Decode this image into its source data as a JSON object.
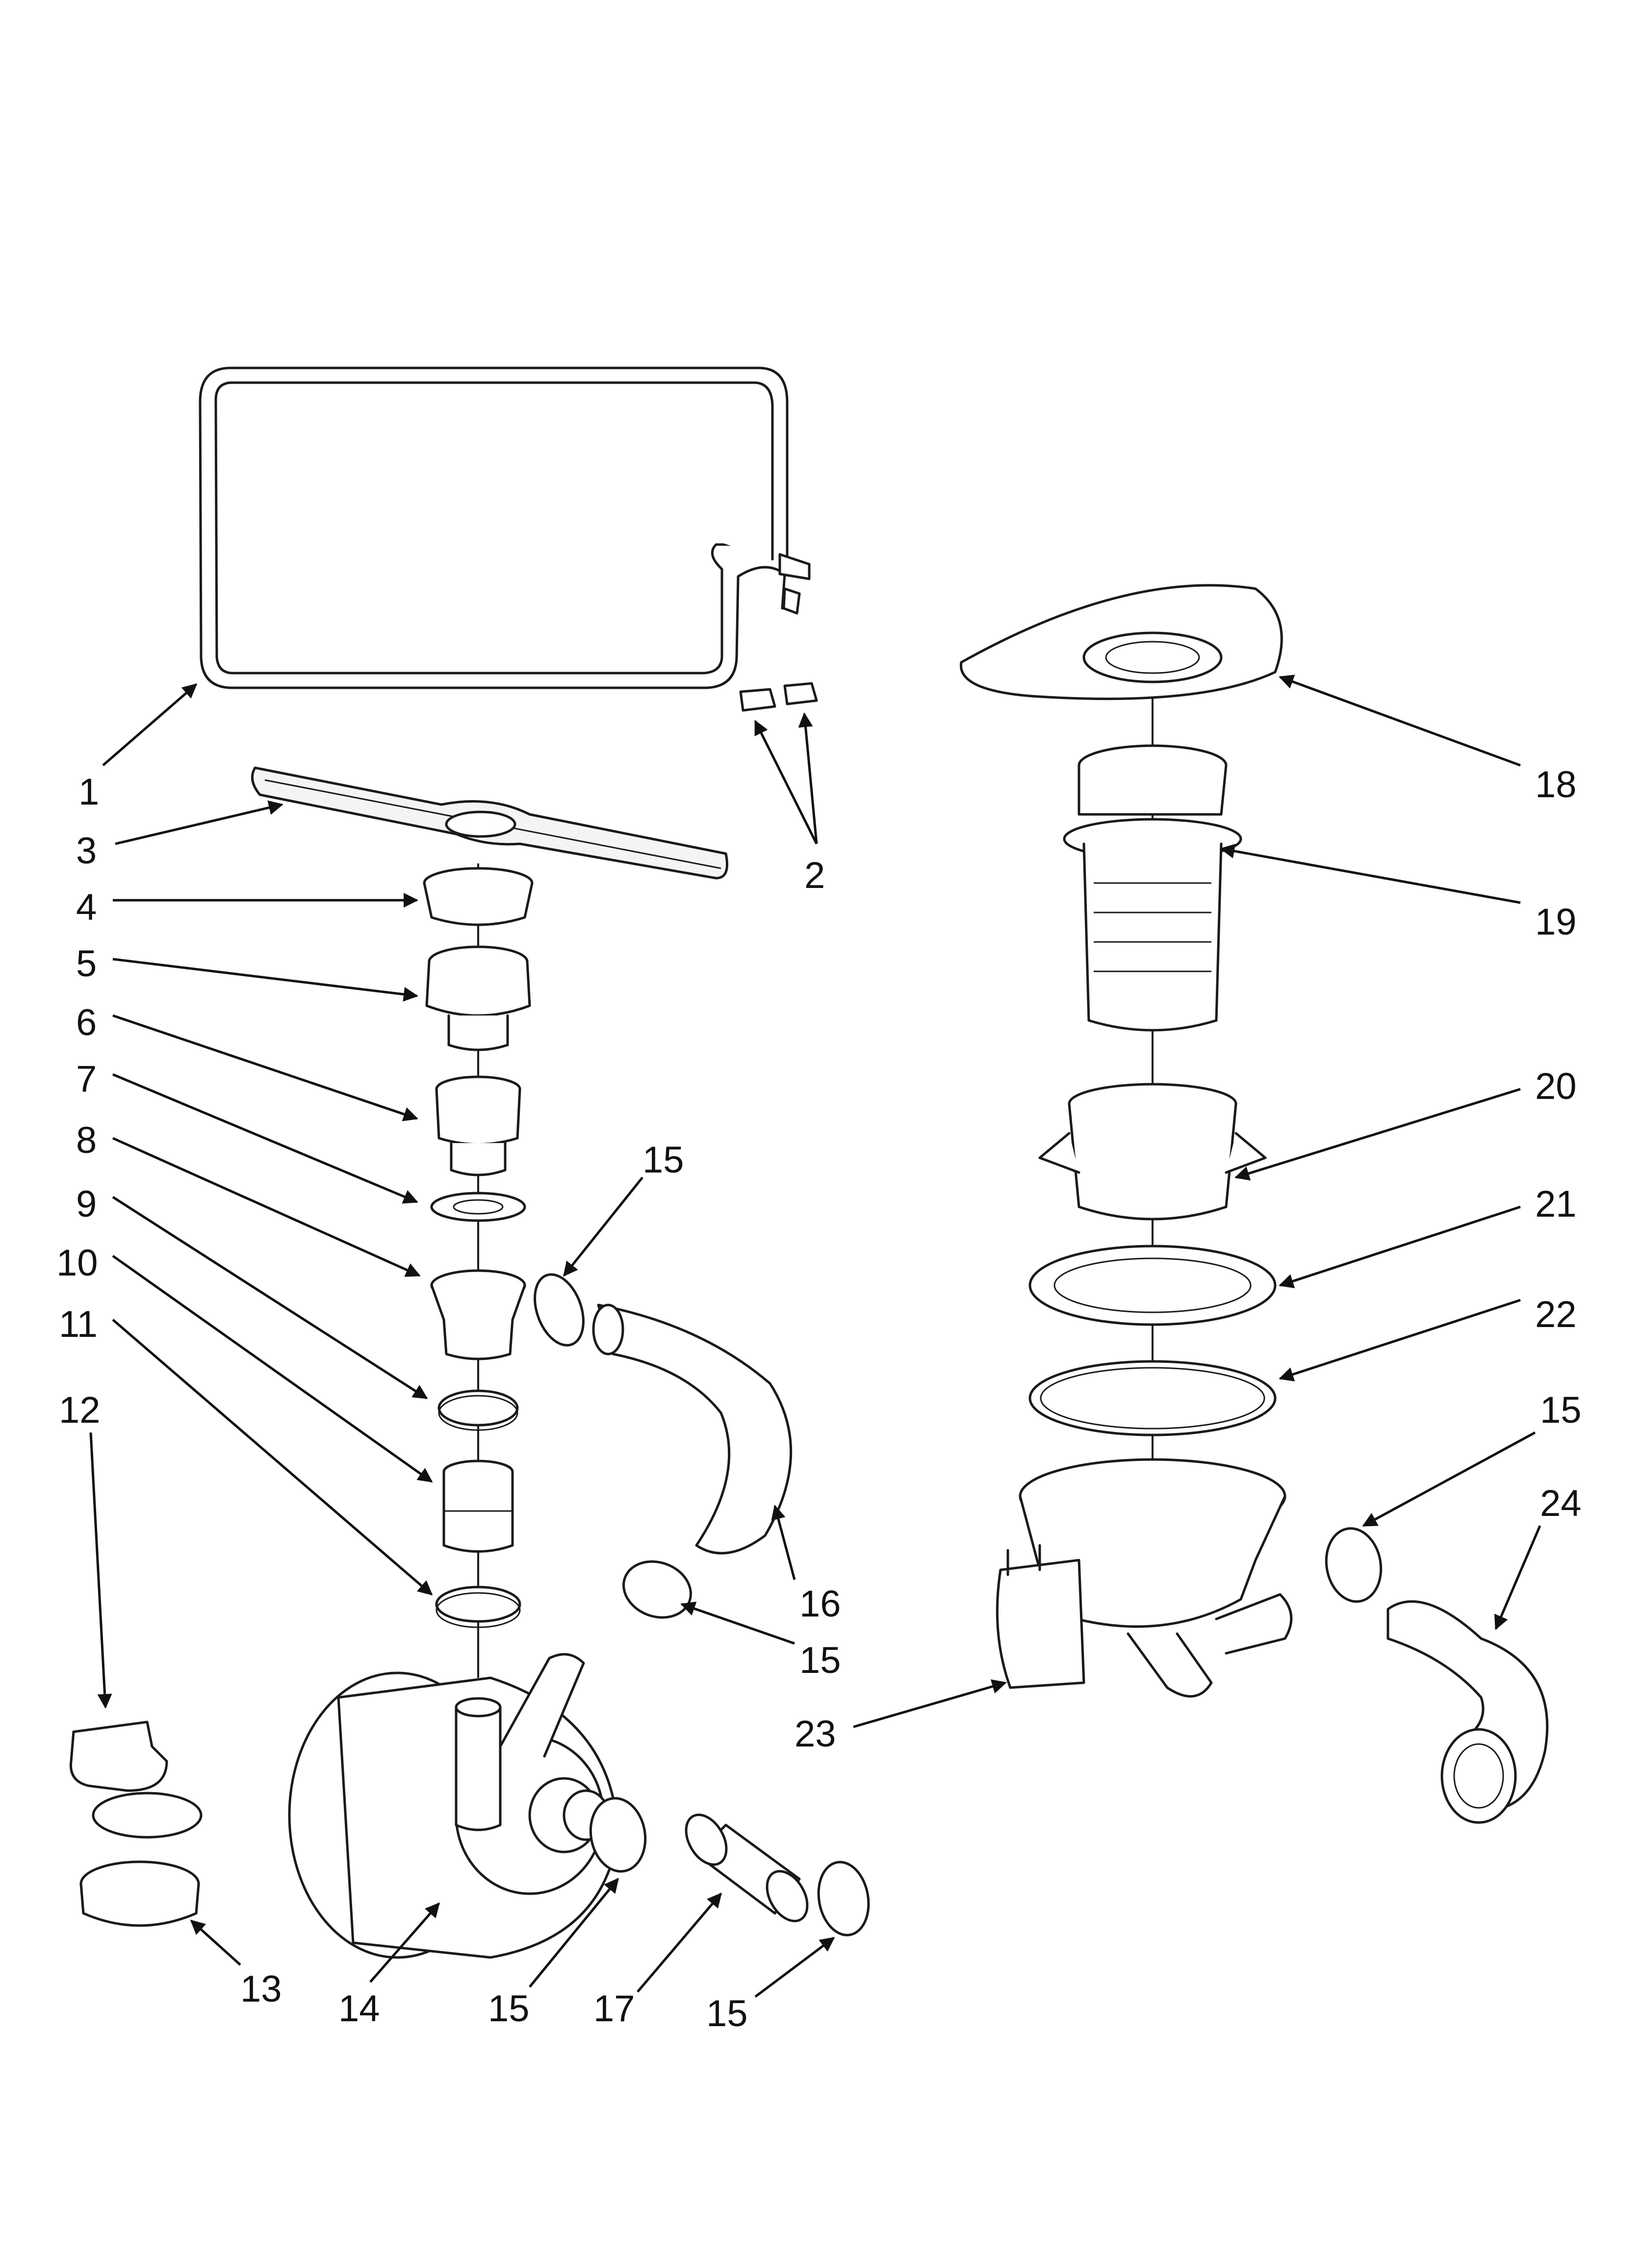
{
  "callouts": {
    "c1": "1",
    "c2": "2",
    "c3": "3",
    "c4": "4",
    "c5": "5",
    "c6": "6",
    "c7": "7",
    "c8": "8",
    "c9": "9",
    "c10": "10",
    "c11": "11",
    "c12": "12",
    "c13": "13",
    "c14": "14",
    "c15a": "15",
    "c15b": "15",
    "c15c": "15",
    "c15d": "15",
    "c15e": "15",
    "c16": "16",
    "c17": "17",
    "c18": "18",
    "c19": "19",
    "c20": "20",
    "c21": "21",
    "c22": "22",
    "c23": "23",
    "c24": "24"
  },
  "colors": {
    "line": "#1a1a1a",
    "background": "#ffffff",
    "shade": "#f4f4f4"
  }
}
